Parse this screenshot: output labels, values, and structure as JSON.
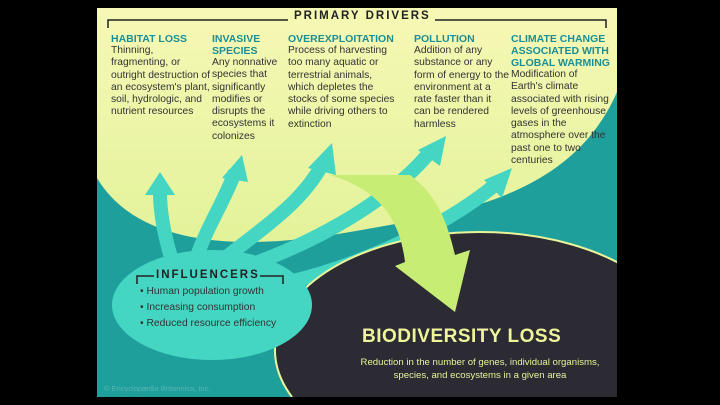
{
  "header": {
    "title": "PRIMARY DRIVERS"
  },
  "drivers": [
    {
      "title": "HABITAT LOSS",
      "desc": "Thinning, fragmenting, or outright destruction of an ecosystem's plant, soil, hydrologic, and nutrient resources"
    },
    {
      "title": "INVASIVE SPECIES",
      "desc": "Any nonnative species that significantly modifies or disrupts the ecosystems it colonizes"
    },
    {
      "title": "OVEREXPLOITATION",
      "desc": "Process of harvesting too many aquatic or terrestrial animals, which depletes the stocks of some species while driving others to extinction"
    },
    {
      "title": "POLLUTION",
      "desc": "Addition of any substance or any form of energy to the environment at a rate faster than it can be rendered harmless"
    },
    {
      "title": "CLIMATE CHANGE ASSOCIATED WITH GLOBAL WARMING",
      "desc": "Modification of Earth's climate associated with rising levels of greenhouse gases in the atmosphere over the past one to two centuries"
    }
  ],
  "influencers": {
    "title": "INFLUENCERS",
    "items": [
      "• Human population growth",
      "• Increasing consumption",
      "• Reduced resource efficiency"
    ]
  },
  "result": {
    "title": "BIODIVERSITY LOSS",
    "desc": "Reduction in the number of genes, individual organisms, species, and ecosystems in a given area"
  },
  "copyright": "© Encyclopædia Britannica, Inc.",
  "colors": {
    "yellow": "#f4f8b0",
    "teal": "#1f9f9c",
    "light_teal": "#44d6c2",
    "dark": "#2c2a33",
    "lime": "#c8ed74",
    "heading": "#1b8f97"
  }
}
